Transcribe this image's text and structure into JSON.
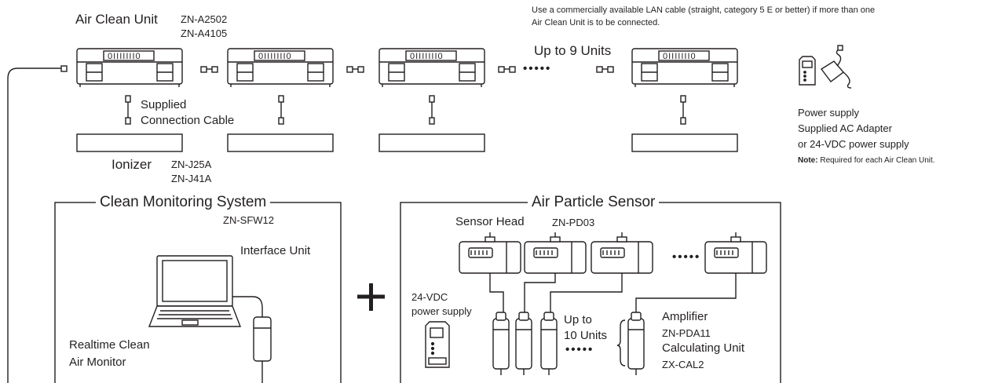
{
  "top": {
    "air_clean_unit_label": "Air Clean Unit",
    "acu_model_1": "ZN-A2502",
    "acu_model_2": "ZN-A4105",
    "lan_note_line1": "Use a commercially available LAN cable (straight, category 5 E or better) if more than one",
    "lan_note_line2": "Air Clean Unit is to be connected.",
    "up_to_units": "Up to 9 Units",
    "supplied_line1": "Supplied",
    "supplied_line2": "Connection Cable",
    "ionizer_label": "Ionizer",
    "ionizer_model_1": "ZN-J25A",
    "ionizer_model_2": "ZN-J41A",
    "unit_display_text": "0IIIIIII0",
    "ellipsis": "•••••"
  },
  "power": {
    "line1": "Power supply",
    "line2": "Supplied AC Adapter",
    "line3": "or 24-VDC power supply",
    "note_bold": "Note:",
    "note_text": " Required for each Air Clean Unit."
  },
  "monitor_system": {
    "title": "Clean Monitoring System",
    "model": "ZN-SFW12",
    "interface_unit": "Interface Unit",
    "realtime_line1": "Realtime Clean",
    "realtime_line2": "Air Monitor"
  },
  "plus_sign": "+",
  "sensor_system": {
    "title": "Air Particle Sensor",
    "sensor_head": "Sensor Head",
    "sensor_head_model": "ZN-PD03",
    "dc_line1": "24-VDC",
    "dc_line2": "power supply",
    "up_to_line1": "Up to",
    "up_to_line2": "10 Units",
    "amplifier": "Amplifier",
    "amplifier_model": "ZN-PDA11",
    "calc_unit": "Calculating Unit",
    "calc_model": "ZX-CAL2",
    "ellipsis": "•••••"
  }
}
